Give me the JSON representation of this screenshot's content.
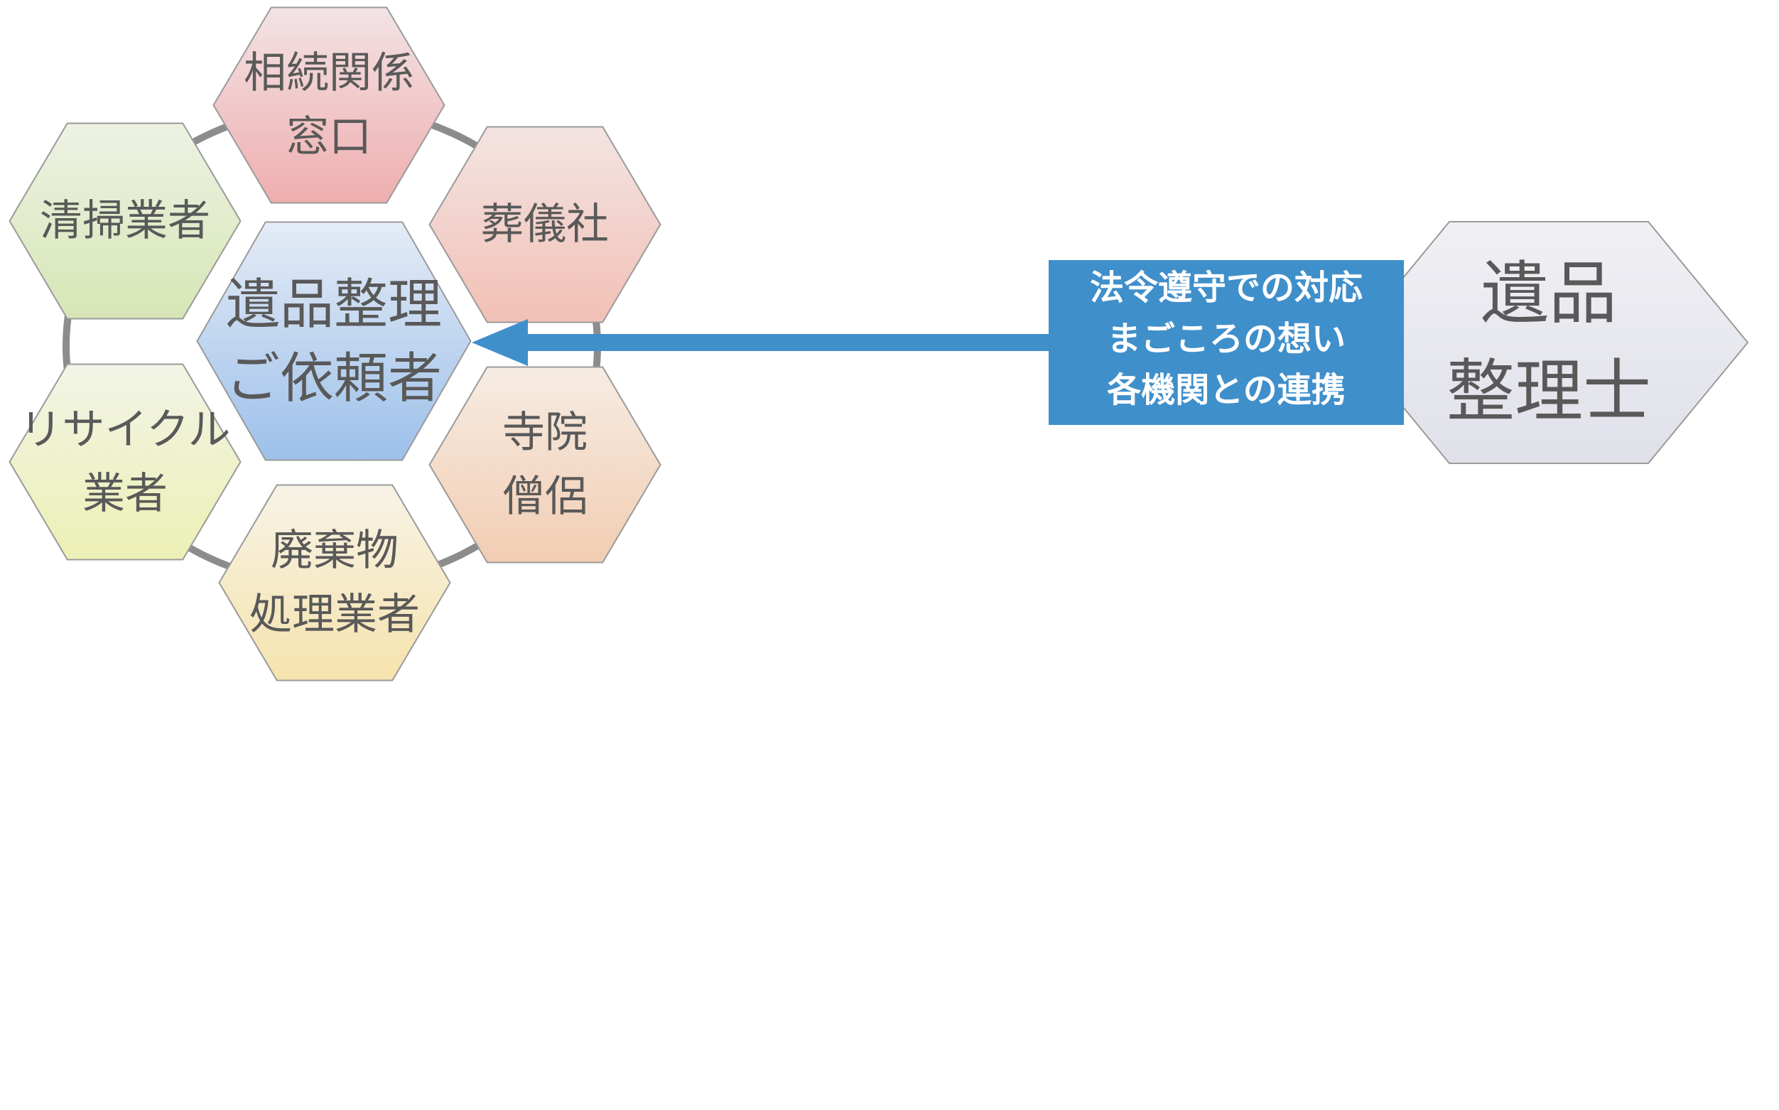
{
  "diagram": {
    "center": {
      "lines": [
        "遺品整理",
        "ご依頼者"
      ]
    },
    "partners": [
      {
        "id": "inheritance",
        "lines": [
          "相続関係",
          "窓口"
        ]
      },
      {
        "id": "funeral",
        "lines": [
          "葬儀社"
        ]
      },
      {
        "id": "temple",
        "lines": [
          "寺院",
          "僧侶"
        ]
      },
      {
        "id": "waste",
        "lines": [
          "廃棄物",
          "処理業者"
        ]
      },
      {
        "id": "recycle",
        "lines": [
          "リサイクル",
          "業者"
        ]
      },
      {
        "id": "cleaning",
        "lines": [
          "清掃業者"
        ]
      }
    ],
    "organizer": {
      "lines": [
        "遺品",
        "整理士"
      ]
    },
    "values_box": {
      "lines": [
        "法令遵守での対応",
        "まごころの想い",
        "各機関との連携"
      ]
    }
  },
  "colors": {
    "ring": "#8c8c8c",
    "arrow": "#3f8fcb",
    "box": "#3f8fcb",
    "hex_border": "#9a9a9a"
  }
}
